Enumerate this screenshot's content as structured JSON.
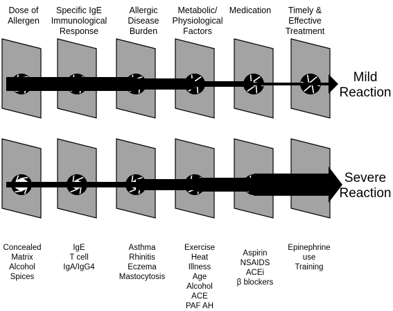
{
  "diagram": {
    "colors": {
      "panel_fill": "#a3a3a3",
      "panel_stroke": "#000000",
      "arrow": "#000000",
      "aperture": "#000000",
      "background": "#ffffff"
    },
    "stages": [
      {
        "header": [
          "Dose of",
          "Allergen"
        ],
        "factors": [
          "Concealed",
          "Matrix",
          "Alcohol",
          "Spices"
        ]
      },
      {
        "header": [
          "Specific IgE",
          "Immunological",
          "Response"
        ],
        "factors": [
          "IgE",
          "T cell",
          "IgA/IgG4"
        ]
      },
      {
        "header": [
          "Allergic",
          "Disease",
          "Burden"
        ],
        "factors": [
          "Asthma",
          "Rhinitis",
          "Eczema",
          "Mastocytosis"
        ]
      },
      {
        "header": [
          "Metabolic/",
          "Physiological",
          "Factors"
        ],
        "factors": [
          "Exercise",
          "Heat",
          "Illness",
          "Age",
          "Alcohol",
          "ACE",
          "PAF AH"
        ]
      },
      {
        "header": [
          "Medication"
        ],
        "factors": [
          "Aspirin",
          "NSAIDS",
          "ACEi",
          "β blockers"
        ]
      },
      {
        "header": [
          "Timely &",
          "Effective",
          "Treatment"
        ],
        "factors": [
          "Epinephrine",
          "use",
          "Training"
        ]
      }
    ],
    "rows": [
      {
        "id": "mild",
        "outcome": [
          "Mild",
          "Reaction"
        ],
        "aperture_openness": [
          0.85,
          0.55,
          0.55,
          0.2,
          0.2,
          0.05
        ],
        "flow_thickness": [
          "high",
          "high",
          "medium",
          "low",
          "very low",
          "very low"
        ]
      },
      {
        "id": "severe",
        "outcome": [
          "Severe",
          "Reaction"
        ],
        "aperture_openness": [
          0.85,
          0.55,
          0.55,
          0.55,
          0.55,
          0.55
        ],
        "flow_thickness": [
          "low",
          "low",
          "medium",
          "high",
          "very high",
          "very high"
        ]
      }
    ]
  }
}
